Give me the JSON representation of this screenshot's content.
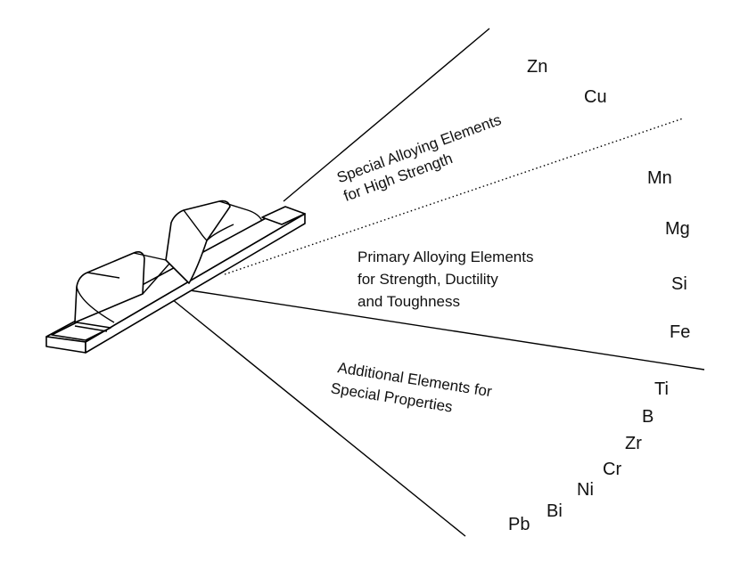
{
  "groups": {
    "special": {
      "label_lines": [
        "Special Alloying Elements",
        "for High Strength"
      ],
      "elements": [
        "Zn",
        "Cu"
      ]
    },
    "primary": {
      "label_lines": [
        "Primary Alloying Elements",
        "for Strength, Ductility",
        "and Toughness"
      ],
      "elements": [
        "Mn",
        "Mg",
        "Si",
        "Fe"
      ]
    },
    "additional": {
      "label_lines": [
        "Additional Elements for",
        "Special Properties"
      ],
      "elements": [
        "Ti",
        "B",
        "Zr",
        "Cr",
        "Ni",
        "Bi",
        "Pb"
      ]
    }
  }
}
